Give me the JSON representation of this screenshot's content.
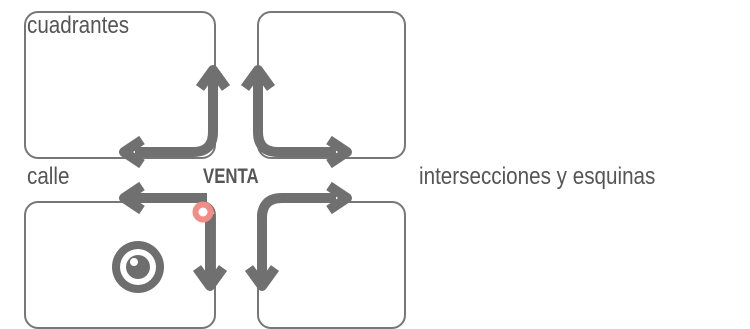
{
  "labels": {
    "quadrants": "cuadrantes",
    "street": "calle",
    "intersections": "intersecciones y esquinas",
    "sale": "VENTA"
  },
  "colors": {
    "box_stroke": "#777777",
    "arrow": "#707070",
    "text": "#555555",
    "marker": "#f28c86",
    "eye_icon": "#6e6e6e"
  },
  "icons": {
    "eye": "eye-icon",
    "location_marker": "location-marker-icon"
  }
}
